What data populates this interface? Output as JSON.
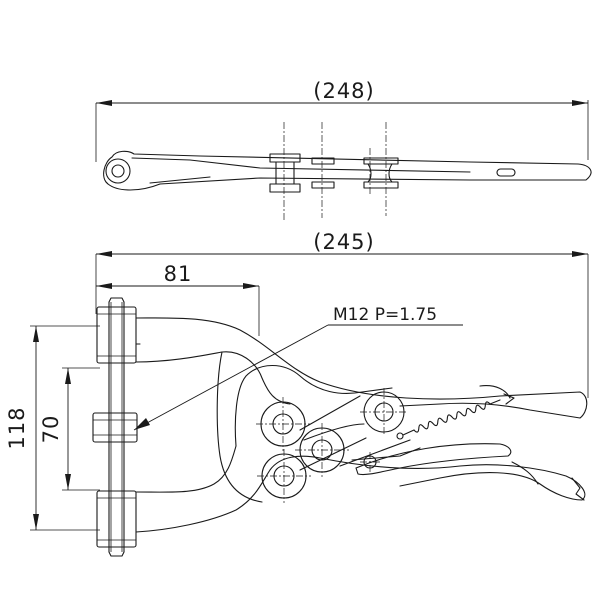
{
  "dimensions": {
    "top_length": "(248)",
    "overall_length": "(245)",
    "jaw_reach": "81",
    "height_outer": "118",
    "height_inner": "70"
  },
  "callout": {
    "thread": "M12 P=1.75"
  }
}
